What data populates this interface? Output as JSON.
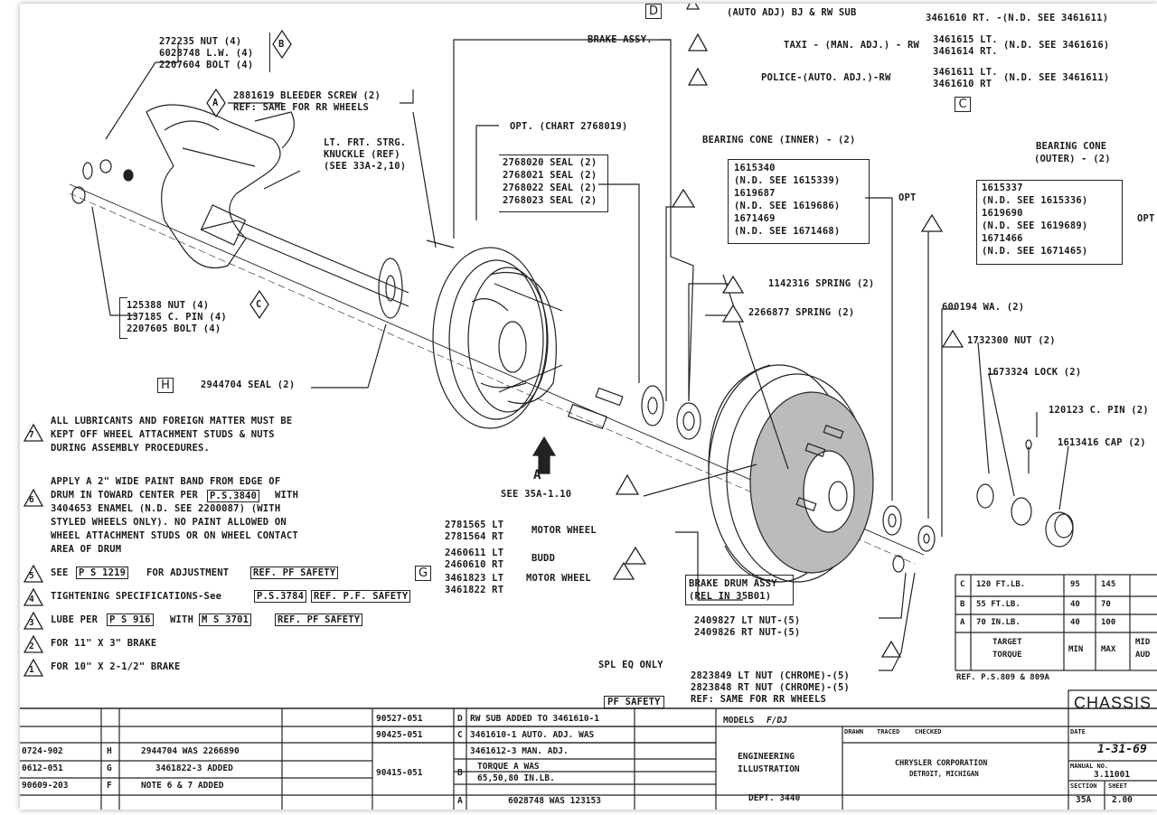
{
  "labels": {
    "d": "D",
    "c": "C",
    "h": "H",
    "g": "G",
    "a": "A"
  },
  "top": {
    "row1": "(AUTO ADJ) BJ & RW SUB",
    "row1_parts": "3461610 RT. -(N.D. SEE 3461611)",
    "brake_assy": "BRAKE ASSY.",
    "row2": "TAXI - (MAN. ADJ.) - RW",
    "row2_lt": "3461615 LT.",
    "row2_rt": "3461614 RT.",
    "row2_nd": "(N.D. SEE 3461616)",
    "row3": "POLICE-(AUTO. ADJ.)-RW",
    "row3_lt": "3461611 LT.",
    "row3_rt": "3461610 RT",
    "row3_nd": "(N.D. SEE 3461611)"
  },
  "upper_left": {
    "nut": "272235  NUT (4)",
    "lw": "6028748 L.W. (4)",
    "bolt": "2207604 BOLT (4)",
    "bleeder1": "2881619 BLEEDER SCREW (2)",
    "bleeder2": "REF: SAME FOR RR WHEELS",
    "knuckle1": "LT. FRT. STRG.",
    "knuckle2": "KNUCKLE (REF)",
    "knuckle3": "(SEE 33A-2,10)",
    "opt_chart": "OPT. (CHART 2768019)",
    "seal1": "2768020 SEAL (2)",
    "seal2": "2768021 SEAL (2)",
    "seal3": "2768022 SEAL (2)",
    "seal4": "2768023 SEAL (2)",
    "lower_nut": "125388  NUT (4)",
    "lower_pin": "137185  C. PIN (4)",
    "lower_bolt": "2207605 BOLT (4)",
    "seal_h": "2944704 SEAL (2)"
  },
  "bearing": {
    "inner_title": "BEARING CONE (INNER) - (2)",
    "inner1": "1615340",
    "inner2": "(N.D. SEE 1615339)",
    "inner3": "1619687",
    "inner4": "(N.D. SEE 1619686)",
    "inner5": "1671469",
    "inner6": "(N.D. SEE 1671468)",
    "opt": "OPT",
    "outer_title1": "BEARING CONE",
    "outer_title2": "(OUTER) - (2)",
    "outer1": "1615337",
    "outer2": "(N.D. SEE 1615336)",
    "outer3": "1619690",
    "outer4": "(N.D. SEE 1619689)",
    "outer5": "1671466",
    "outer6": "(N.D. SEE 1671465)",
    "opt2": "OPT"
  },
  "springs": {
    "s1": "1142316 SPRING (2)",
    "s2": "2266877 SPRING (2)"
  },
  "hub_parts": {
    "wa": "600194 WA. (2)",
    "nut": "1732300 NUT (2)",
    "lock": "1673324 LOCK (2)",
    "pin": "120123 C. PIN (2)",
    "cap": "1613416 CAP (2)"
  },
  "notes": {
    "n7a": "ALL LUBRICANTS AND FOREIGN MATTER MUST BE",
    "n7b": "KEPT OFF WHEEL ATTACHMENT STUDS & NUTS",
    "n7c": "DURING ASSEMBLY PROCEDURES.",
    "n6a": "APPLY A 2\" WIDE PAINT BAND FROM EDGE OF",
    "n6b": "DRUM IN TOWARD CENTER PER",
    "n6b_ref": "P.S.3840",
    "n6b_end": "WITH",
    "n6c": "3404653 ENAMEL (N.D. SEE 2200087) (WITH",
    "n6d": "STYLED WHEELS ONLY).  NO PAINT ALLOWED ON",
    "n6e": "WHEEL ATTACHMENT STUDS OR ON WHEEL CONTACT",
    "n6f": "AREA OF DRUM",
    "n5": "SEE",
    "n5_ref": "P S  1219",
    "n5_end": "FOR ADJUSTMENT",
    "n5_safe": "REF. PF SAFETY",
    "n4": "TIGHTENING SPECIFICATIONS-See",
    "n4_ref": "P.S.3784",
    "n4_safe": "REF. P.F. SAFETY",
    "n3": "LUBE PER",
    "n3_ref": "P S  916",
    "n3_with": "WITH",
    "n3_ref2": "M S  3701",
    "n3_safe": "REF. PF SAFETY",
    "n2": "FOR 11\" X 3\" BRAKE",
    "n1": "FOR 10\" X 2-1/2\" BRAKE"
  },
  "see_a": "SEE 35A-1.10",
  "drum_ids": {
    "mw_lt": "2781565 LT",
    "mw_rt": "2781564 RT",
    "mw": "MOTOR WHEEL",
    "budd_lt": "2460611 LT",
    "budd_rt": "2460610 RT",
    "budd": "BUDD",
    "mw2_lt": "3461823 LT",
    "mw2_rt": "3461822 RT",
    "mw2": "MOTOR WHEEL",
    "drum1": "BRAKE DRUM ASSY",
    "drum2": "(REL IN 35B01)"
  },
  "nuts": {
    "n1": "2409827 LT NUT-(5)",
    "n2": "2409826 RT NUT-(5)",
    "spl": "SPL EQ ONLY",
    "c1": "2823849 LT NUT (CHROME)-(5)",
    "c2": "2823848 RT NUT (CHROME)-(5)",
    "ref": "REF: SAME FOR RR WHEELS"
  },
  "torque": {
    "rows": [
      {
        "k": "C",
        "spec": "120 FT.LB.",
        "min": "95",
        "max": "145"
      },
      {
        "k": "B",
        "spec": "55 FT.LB.",
        "min": "40",
        "max": "70"
      },
      {
        "k": "A",
        "spec": "70 IN.LB.",
        "min": "40",
        "max": "100"
      }
    ],
    "foot1": "TARGET",
    "foot2": "TORQUE",
    "foot_min": "MIN",
    "foot_max": "MAX",
    "foot_mid": "MID",
    "foot_aud": "AUD",
    "ref": "REF. P.S.809 & 809A"
  },
  "title_block": {
    "pf_safety": "PF SAFETY",
    "chassis": "CHASSIS",
    "date": "1-31-69",
    "eng1": "ENGINEERING",
    "eng2": "ILLUSTRATION",
    "dept": "DEPT. 3440",
    "corp1": "CHRYSLER CORPORATION",
    "corp2": "DETROIT, MICHIGAN",
    "manual": "3.11001",
    "hdr_drawn": "DRAWN",
    "hdr_traced": "TRACED",
    "hdr_checked": "CHECKED",
    "hdr_date": "DATE",
    "hdr_manual": "MANUAL NO.",
    "hdr_section": "SECTION",
    "hdr_sheet": "SHEET",
    "section": "35A",
    "sheet": "2.00",
    "model_hdr": "MODELS",
    "model": "F/DJ"
  },
  "revisions": {
    "left": [
      {
        "no": "0724-902",
        "l": "H",
        "d": "2944704 WAS 2266890"
      },
      {
        "no": "0612-051",
        "l": "G",
        "d": "3461822-3 ADDED"
      },
      {
        "no": "90609-203",
        "l": "F",
        "d": "NOTE 6 & 7 ADDED"
      }
    ],
    "right": [
      {
        "no": "90527-051",
        "l": "D",
        "d": "RW SUB ADDED TO 3461610-1"
      },
      {
        "no": "90425-051",
        "l": "C",
        "d": "3461610-1 AUTO. ADJ. WAS"
      },
      {
        "no": "",
        "l": "",
        "d": "3461612-3 MAN. ADJ."
      },
      {
        "no": "90415-051",
        "l": "B",
        "d": "TORQUE A WAS"
      },
      {
        "no": "",
        "l": "",
        "d": "65,50,80 IN.LB."
      },
      {
        "no": "",
        "l": "A",
        "d": "6028748 WAS 123153"
      }
    ]
  }
}
